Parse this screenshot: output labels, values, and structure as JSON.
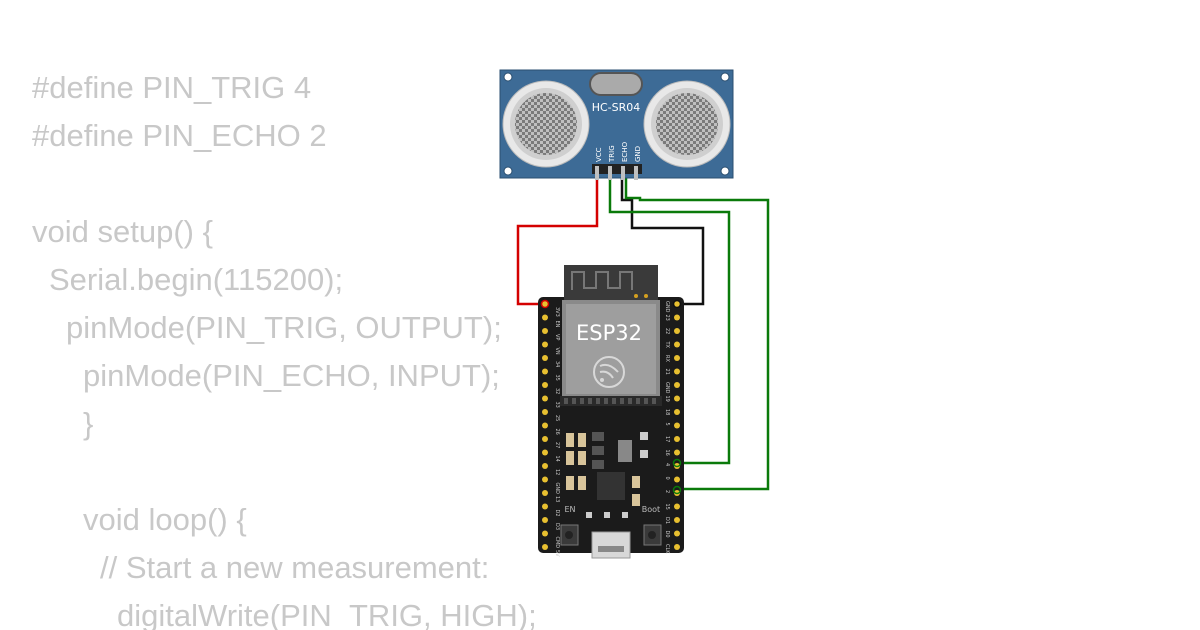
{
  "code": {
    "lines": [
      "#define PIN_TRIG 4",
      "#define PIN_ECHO 2",
      "",
      "void setup() {",
      "Serial.begin(115200);",
      "pinMode(PIN_TRIG, OUTPUT);",
      "pinMode(PIN_ECHO, INPUT);",
      "}",
      "",
      "void loop() {",
      "// Start a new measurement:",
      "digitalWrite(PIN_TRIG, HIGH);"
    ]
  },
  "sensor": {
    "model": "HC-SR04",
    "pins": [
      "VCC",
      "TRIG",
      "ECHO",
      "GND"
    ],
    "board_color": "#3d6b96"
  },
  "esp32": {
    "chip_label": "ESP32",
    "button_en": "EN",
    "button_boot": "Boot",
    "left_pins": [
      "3V3",
      "EN",
      "VP",
      "VN",
      "34",
      "35",
      "32",
      "33",
      "25",
      "26",
      "27",
      "14",
      "12",
      "GND",
      "13",
      "D2",
      "D3",
      "CMD",
      "5V"
    ],
    "right_pins": [
      "GND",
      "23",
      "22",
      "TX",
      "RX",
      "21",
      "GND",
      "19",
      "18",
      "5",
      "17",
      "16",
      "4",
      "0",
      "2",
      "15",
      "D1",
      "D0",
      "CLK"
    ]
  },
  "wires": {
    "vcc_color": "#d40000",
    "gnd_color": "#111111",
    "trig_color": "#0a7a0a",
    "echo_color": "#0a7a0a"
  }
}
